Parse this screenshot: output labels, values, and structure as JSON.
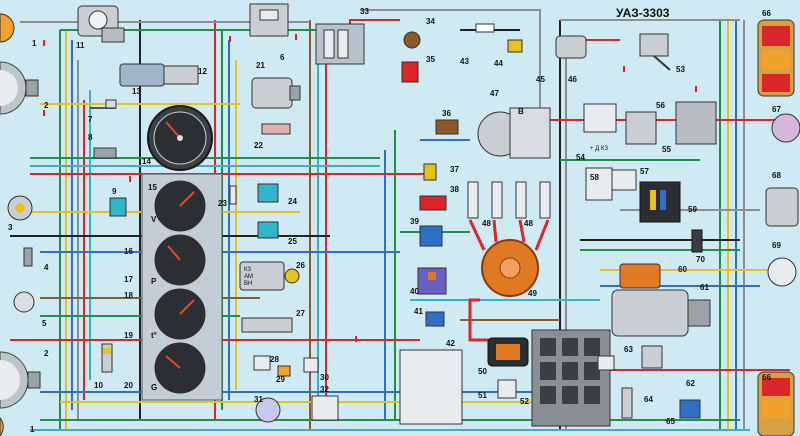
{
  "title": "УАЗ-3303",
  "callouts": [
    {
      "n": "1"
    },
    {
      "n": "1"
    },
    {
      "n": "2"
    },
    {
      "n": "2"
    },
    {
      "n": "3"
    },
    {
      "n": "4"
    },
    {
      "n": "5"
    },
    {
      "n": "6"
    },
    {
      "n": "7"
    },
    {
      "n": "8"
    },
    {
      "n": "9"
    },
    {
      "n": "10"
    },
    {
      "n": "11"
    },
    {
      "n": "12"
    },
    {
      "n": "13"
    },
    {
      "n": "14"
    },
    {
      "n": "15"
    },
    {
      "n": "16"
    },
    {
      "n": "17"
    },
    {
      "n": "18"
    },
    {
      "n": "19"
    },
    {
      "n": "20"
    },
    {
      "n": "21"
    },
    {
      "n": "22"
    },
    {
      "n": "23"
    },
    {
      "n": "24"
    },
    {
      "n": "25"
    },
    {
      "n": "26"
    },
    {
      "n": "27"
    },
    {
      "n": "28"
    },
    {
      "n": "29"
    },
    {
      "n": "30"
    },
    {
      "n": "31"
    },
    {
      "n": "32"
    },
    {
      "n": "33"
    },
    {
      "n": "34"
    },
    {
      "n": "35"
    },
    {
      "n": "36"
    },
    {
      "n": "37"
    },
    {
      "n": "38"
    },
    {
      "n": "39"
    },
    {
      "n": "40"
    },
    {
      "n": "41"
    },
    {
      "n": "42"
    },
    {
      "n": "43"
    },
    {
      "n": "44"
    },
    {
      "n": "45"
    },
    {
      "n": "46"
    },
    {
      "n": "47"
    },
    {
      "n": "48"
    },
    {
      "n": "48"
    },
    {
      "n": "49"
    },
    {
      "n": "50"
    },
    {
      "n": "51"
    },
    {
      "n": "52"
    },
    {
      "n": "53"
    },
    {
      "n": "54"
    },
    {
      "n": "55"
    },
    {
      "n": "56"
    },
    {
      "n": "57"
    },
    {
      "n": "58"
    },
    {
      "n": "59"
    },
    {
      "n": "60"
    },
    {
      "n": "61"
    },
    {
      "n": "62"
    },
    {
      "n": "63"
    },
    {
      "n": "64"
    },
    {
      "n": "65"
    },
    {
      "n": "66"
    },
    {
      "n": "66"
    },
    {
      "n": "67"
    },
    {
      "n": "68"
    },
    {
      "n": "69"
    },
    {
      "n": "70"
    }
  ],
  "gauge_letters": [
    "V",
    "P",
    "t°",
    "G"
  ],
  "alternator_terminal": "B",
  "regulator_terminals": "+ Д КЗ",
  "ignition_switch_marks": [
    "КЗ",
    "АМ",
    "ВН"
  ],
  "colors": {
    "background": "#cfeaf2",
    "wire_red": "#d9262b",
    "wire_green": "#1f8f4e",
    "wire_blue": "#2f6fc4",
    "wire_cyan": "#31b6c9",
    "wire_yellow": "#e6c21f",
    "wire_brown": "#8a5a2b",
    "wire_black": "#222222",
    "wire_gray": "#8a8f96",
    "lamp_orange": "#e07a22"
  }
}
